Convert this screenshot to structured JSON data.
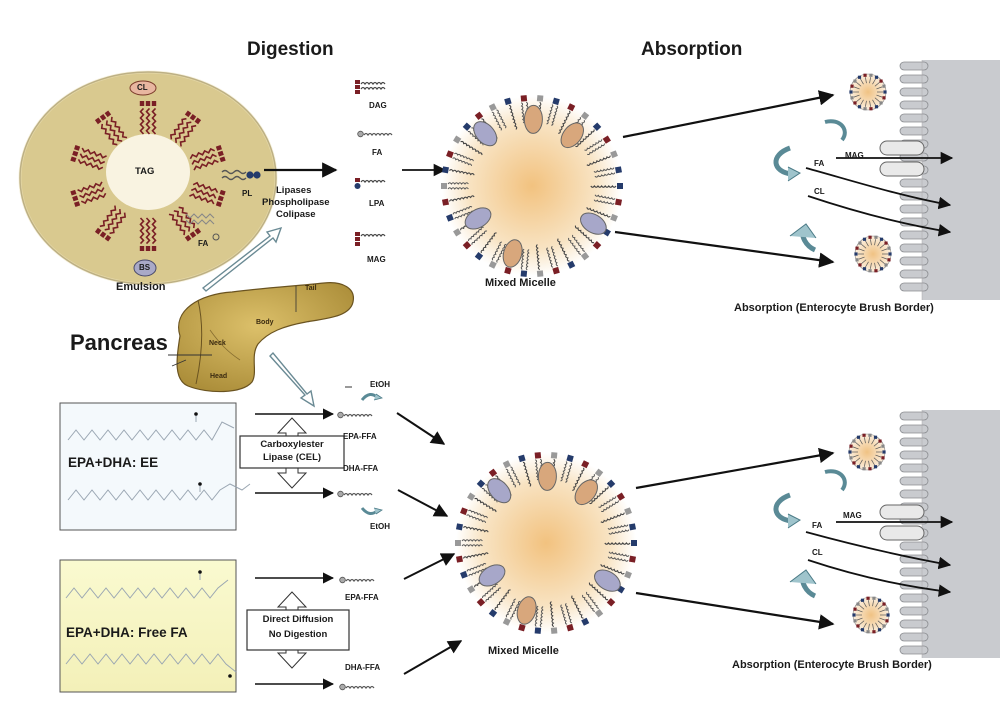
{
  "headers": {
    "digestion": "Digestion",
    "absorption": "Absorption"
  },
  "emulsion": {
    "tag": "TAG",
    "cl": "CL",
    "bs": "BS",
    "pl": "PL",
    "fa": "FA",
    "caption": "Emulsion"
  },
  "enzymes": {
    "line1": "Lipases",
    "line2": "Phospholipase",
    "line3": "Colipase"
  },
  "products": {
    "dag": "DAG",
    "fa": "FA",
    "lpa": "LPA",
    "mag": "MAG"
  },
  "micelle_caption": "Mixed Micelle",
  "absorption_caption": "Absorption (Enterocyte Brush Border)",
  "absorption_labels": {
    "mag": "MAG",
    "fa": "FA",
    "cl": "CL"
  },
  "pancreas": {
    "title": "Pancreas",
    "tail": "Tail",
    "body": "Body",
    "neck": "Neck",
    "head": "Head"
  },
  "ee_box": {
    "label": "EPA+DHA: EE"
  },
  "cel_box": {
    "line1": "Carboxylester",
    "line2": "Lipase (CEL)"
  },
  "ee_products": {
    "etoh": "EtOH",
    "epa_ffa": "EPA-FFA",
    "dha_ffa": "DHA-FFA"
  },
  "ffa_box": {
    "label": "EPA+DHA: Free FA"
  },
  "diffusion_box": {
    "line1": "Direct Diffusion",
    "line2": "No Digestion"
  },
  "ffa_products": {
    "epa_ffa": "EPA-FFA",
    "dha_ffa": "DHA-FFA"
  },
  "colors": {
    "emulsion_fill": "#d9c98f",
    "micelle_core": "#f1c98a",
    "dark_red": "#7a1f25",
    "navy": "#253b6b",
    "lipid_tan": "#d8a77c",
    "lipid_lavender": "#a7a7c9",
    "pancreas": "#c9a84a",
    "ee_box_bg": "#f4f9fc",
    "ffa_box_bg": "#f8f6c5",
    "wall": "#c9cbcf"
  }
}
